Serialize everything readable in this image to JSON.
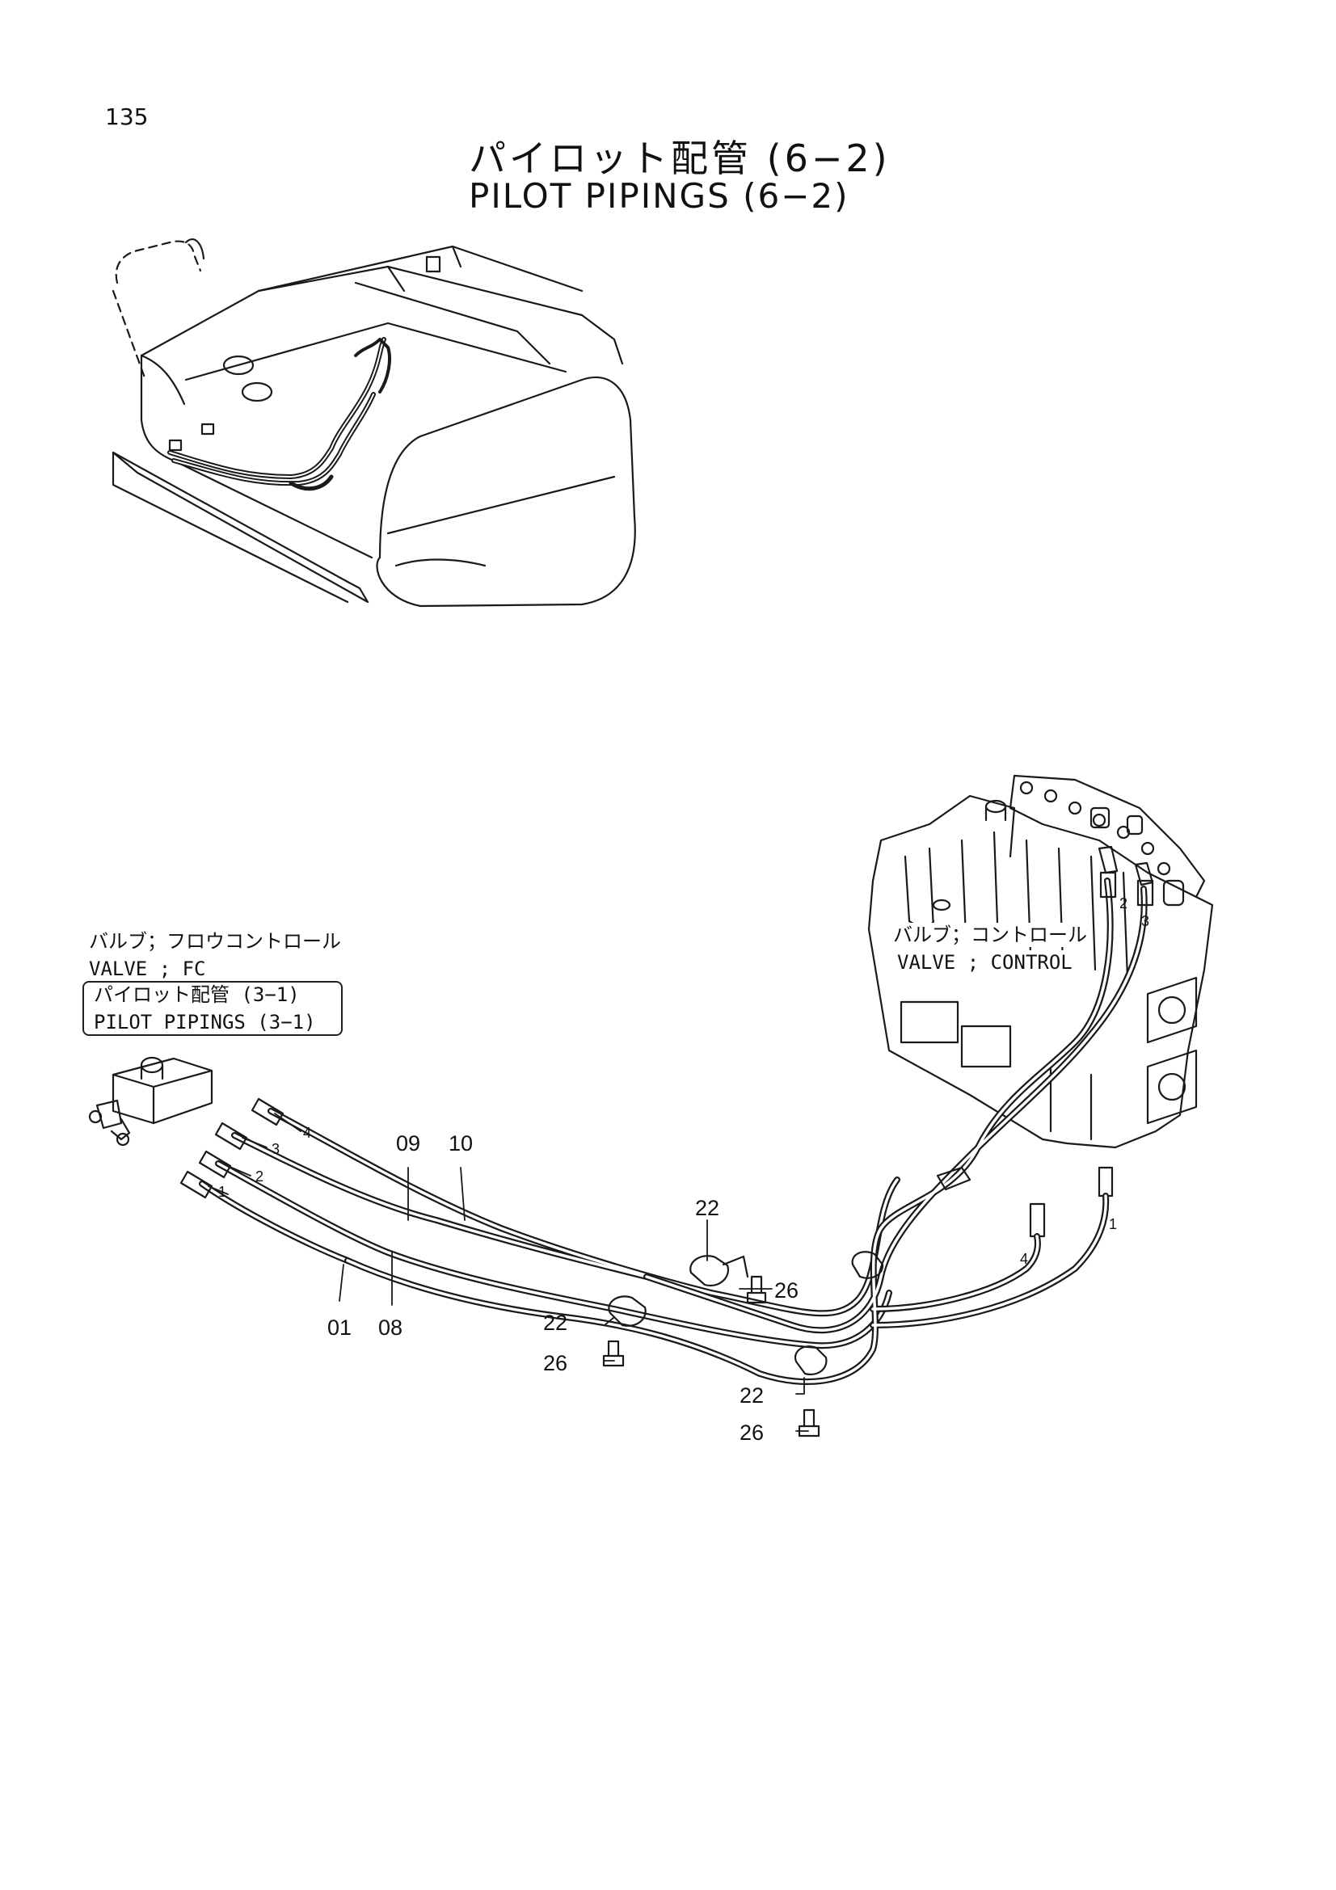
{
  "page_number": "135",
  "title_jp": "パイロット配管 (6−2)",
  "title_en": "PILOT PIPINGS (6−2)",
  "left_labels": {
    "valve_fc_jp": "バルブ；フロウコントロール",
    "valve_fc_en": "VALVE ; FC",
    "ref_jp": "パイロット配管 (3−1)",
    "ref_en": "PILOT PIPINGS (3−1)"
  },
  "right_labels": {
    "valve_ctrl_jp": "バルブ；コントロール",
    "valve_ctrl_en": "VALVE ; CONTROL"
  },
  "callouts": {
    "c01": "01",
    "c08": "08",
    "c09": "09",
    "c10": "10",
    "c22a": "22",
    "c22b": "22",
    "c22c": "22",
    "c26a": "26",
    "c26b": "26",
    "c26c": "26"
  },
  "pipe_numbers": {
    "l1": "1",
    "l2": "2",
    "l3": "3",
    "l4": "4",
    "r2": "2",
    "r3": "3",
    "r4": "4",
    "r1": "1"
  }
}
